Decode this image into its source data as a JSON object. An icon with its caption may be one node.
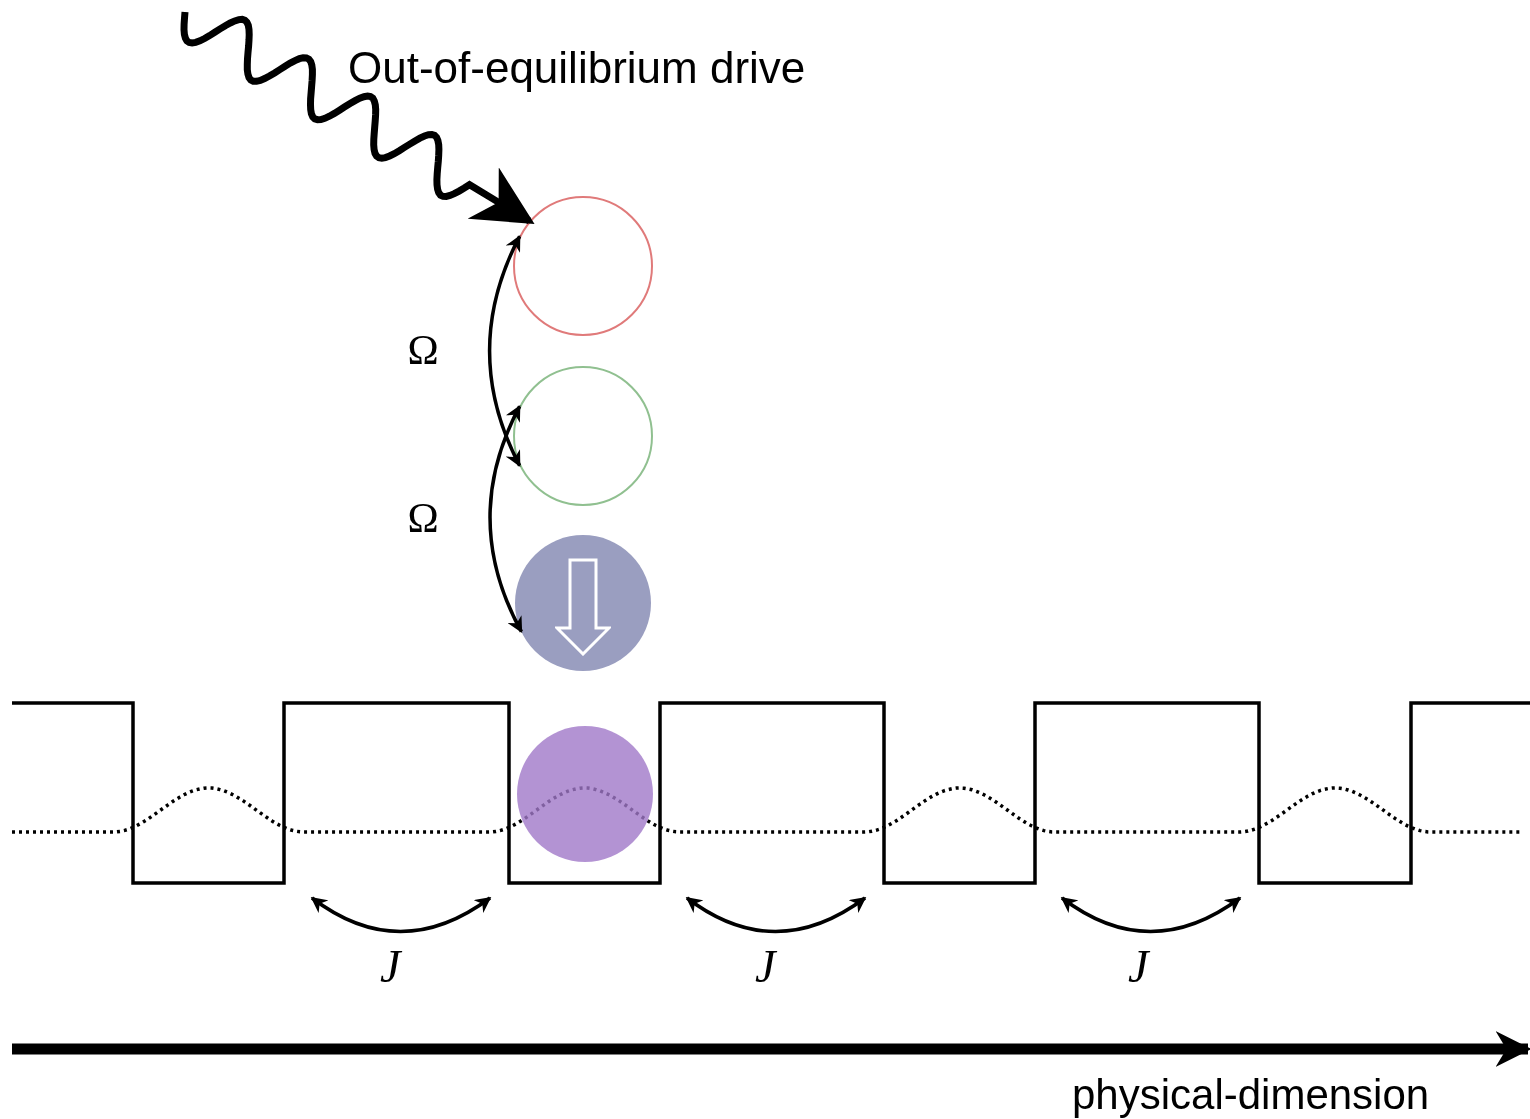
{
  "diagram": {
    "nodes": [
      {
        "text": [],
        "shape": "circle"
      },
      {
        "text": [],
        "shape": "circle"
      },
      {
        "text": [],
        "shape": "circle"
      },
      {
        "text": [],
        "shape": "circle"
      }
    ],
    "edges": [
      {
        "from": null,
        "to": 0,
        "arrow": "to",
        "label": "Out-of-equilibrium drive",
        "style": "thick"
      },
      {
        "from": 0,
        "to": 1,
        "arrow": "both",
        "label": "Ω"
      },
      {
        "from": 1,
        "to": 2,
        "arrow": "both",
        "label": "Ω"
      }
    ],
    "labels": [
      "J",
      "J",
      "J",
      "physical-dimension"
    ]
  }
}
